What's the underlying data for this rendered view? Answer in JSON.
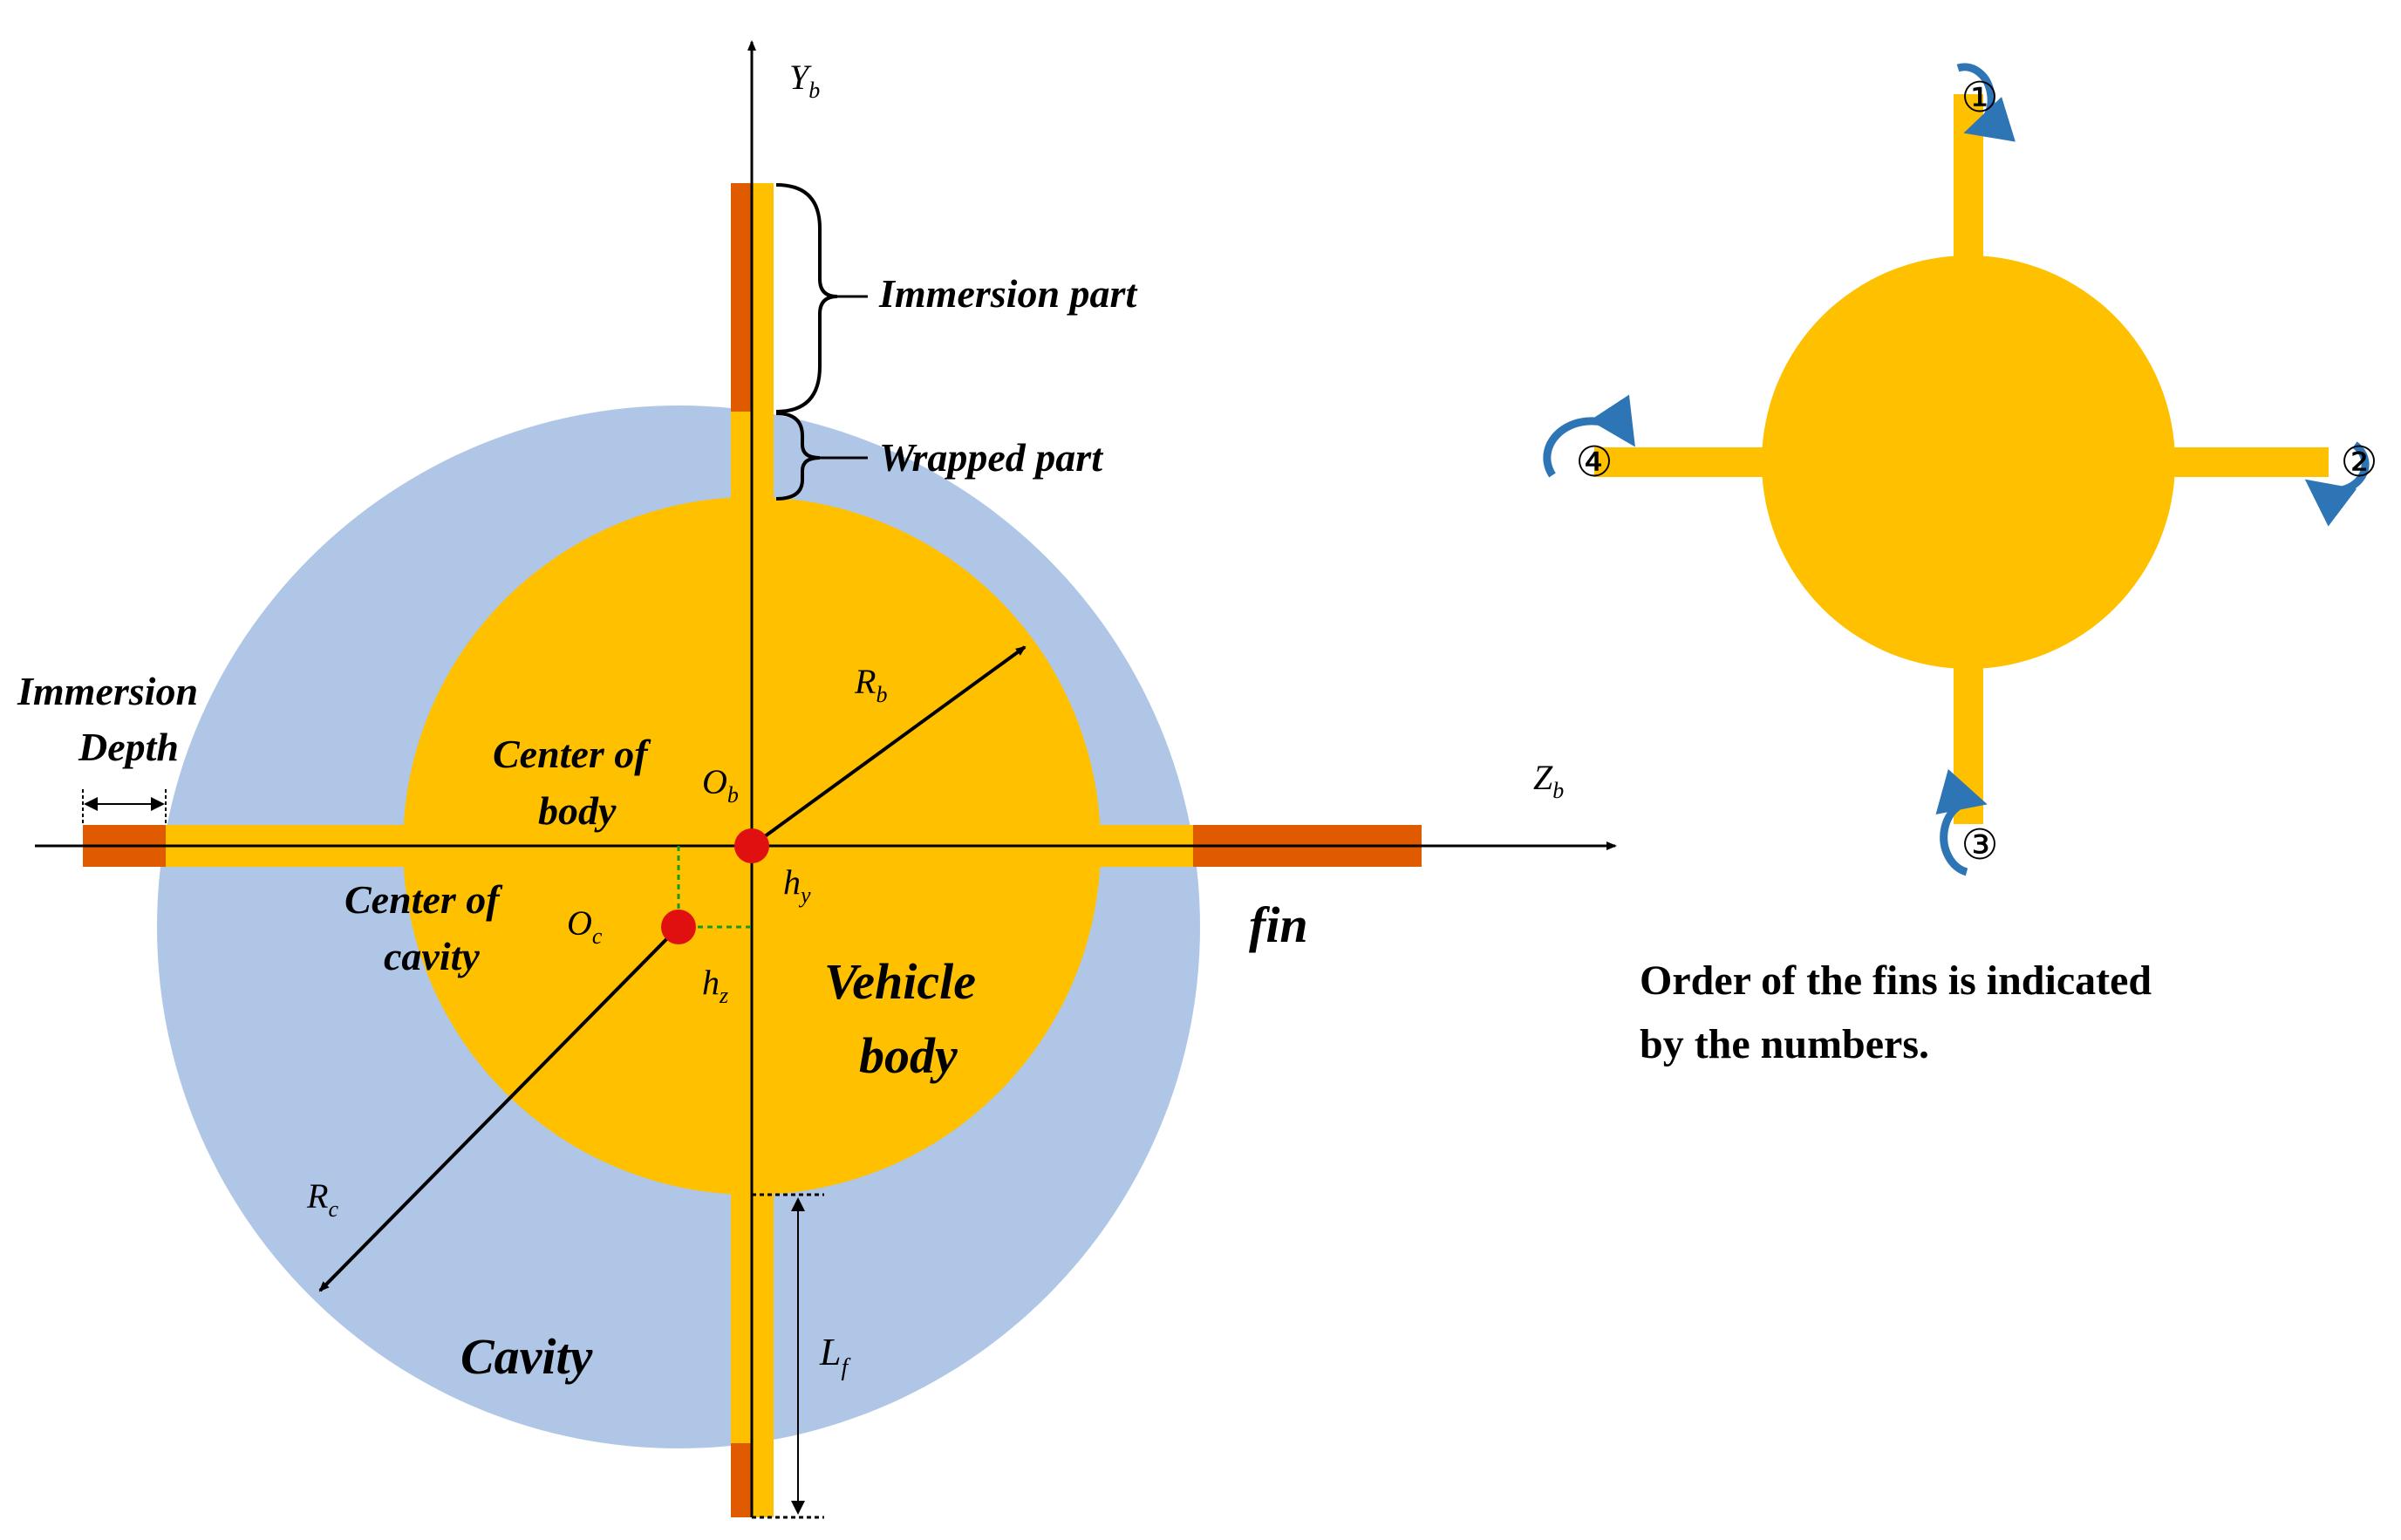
{
  "labels": {
    "immersion_part": "Immersion part",
    "wrapped_part": "Wrapped part",
    "immersion_depth_line1": "Immersion",
    "immersion_depth_line2": "Depth",
    "center_of_body_line1": "Center of",
    "center_of_body_line2": "body",
    "center_of_cavity_line1": "Center of",
    "center_of_cavity_line2": "cavity",
    "vehicle_body_line1": "Vehicle",
    "vehicle_body_line2": "body",
    "fin": "fin",
    "cavity": "Cavity"
  },
  "symbols": {
    "y_axis": {
      "main": "Y",
      "sub": "b"
    },
    "z_axis": {
      "main": "Z",
      "sub": "b"
    },
    "body_radius": {
      "main": "R",
      "sub": "b"
    },
    "cavity_radius": {
      "main": "R",
      "sub": "c"
    },
    "body_origin": {
      "main": "O",
      "sub": "b"
    },
    "cavity_origin": {
      "main": "O",
      "sub": "c"
    },
    "offset_y": {
      "main": "h",
      "sub": "y"
    },
    "offset_z": {
      "main": "h",
      "sub": "z"
    },
    "fin_length": {
      "main": "L",
      "sub": "f"
    }
  },
  "fin_order": {
    "numbers": [
      "①",
      "②",
      "③",
      "④"
    ],
    "caption_line1": "Order of the fins is indicated",
    "caption_line2": "by the numbers."
  },
  "colors": {
    "cavity": "#afc6e7",
    "body": "#ffc000",
    "immersion": "#e05a00",
    "center_marker": "#e01010",
    "offset_guide": "#1a9a1a",
    "rotation_arrow": "#2e75b6"
  }
}
